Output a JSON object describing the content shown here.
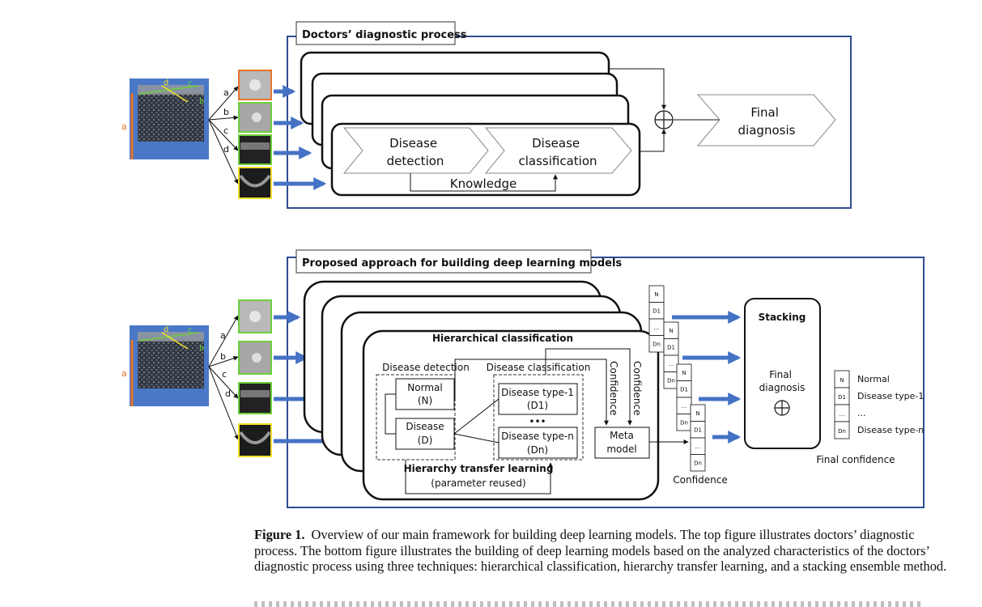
{
  "colors": {
    "frame_blue": "#2f4d8f",
    "arrow_blue": "#4472c4",
    "oct_blue": "#4a78c6",
    "dim_orange": "#e8742a",
    "dim_yellow": "#f2e02a",
    "dim_green": "#6ccf3a"
  },
  "top_panel": {
    "title": "Doctors’ diagnostic process",
    "disease_detection": "Disease detection",
    "disease_classification": "Disease classification",
    "knowledge": "Knowledge",
    "final_diagnosis": "Final diagnosis",
    "input_labels": [
      "a",
      "b",
      "c",
      "d"
    ],
    "oct_dim_labels": [
      "a",
      "b",
      "c",
      "d"
    ]
  },
  "bottom_panel": {
    "title": "Proposed approach for building deep learning models",
    "hierarchical_classification": "Hierarchical classification",
    "disease_detection": "Disease detection",
    "disease_classification": "Disease classification",
    "normal": "Normal",
    "normal_code": "(N)",
    "disease": "Disease",
    "disease_code": "(D)",
    "disease_type_1": "Disease type-1",
    "disease_type_1_code": "(D1)",
    "ellipsis": "•••",
    "disease_type_n": "Disease type-n",
    "disease_type_n_code": "(Dn)",
    "confidence_vertical": "Confidence",
    "meta_model": "Meta model",
    "hierarchy_transfer_learning": "Hierarchy transfer learning",
    "parameter_reused": "(parameter reused)",
    "confidence": "Confidence",
    "stack_cells": [
      "N",
      "D1",
      "...",
      "Dn"
    ],
    "stacking": "Stacking",
    "final_diagnosis": "Final diagnosis",
    "final_confidence": "Final confidence",
    "legend": [
      {
        "code": "N",
        "label": "Normal"
      },
      {
        "code": "D1",
        "label": "Disease type-1"
      },
      {
        "code": "...",
        "label": "..."
      },
      {
        "code": "Dn",
        "label": "Disease type-n"
      }
    ],
    "input_labels": [
      "a",
      "b",
      "c",
      "d"
    ],
    "oct_dim_labels": [
      "a",
      "b",
      "c",
      "d"
    ]
  },
  "caption": {
    "label": "Figure 1.",
    "text": "Overview of our main framework for building deep learning models. The top figure illustrates doctors’ diagnostic process. The bottom figure illustrates the building of deep learning models based on the analyzed characteristics of the doctors’ diagnostic process using three techniques: hierarchical classification, hierarchy transfer learning, and a stacking ensemble method."
  }
}
